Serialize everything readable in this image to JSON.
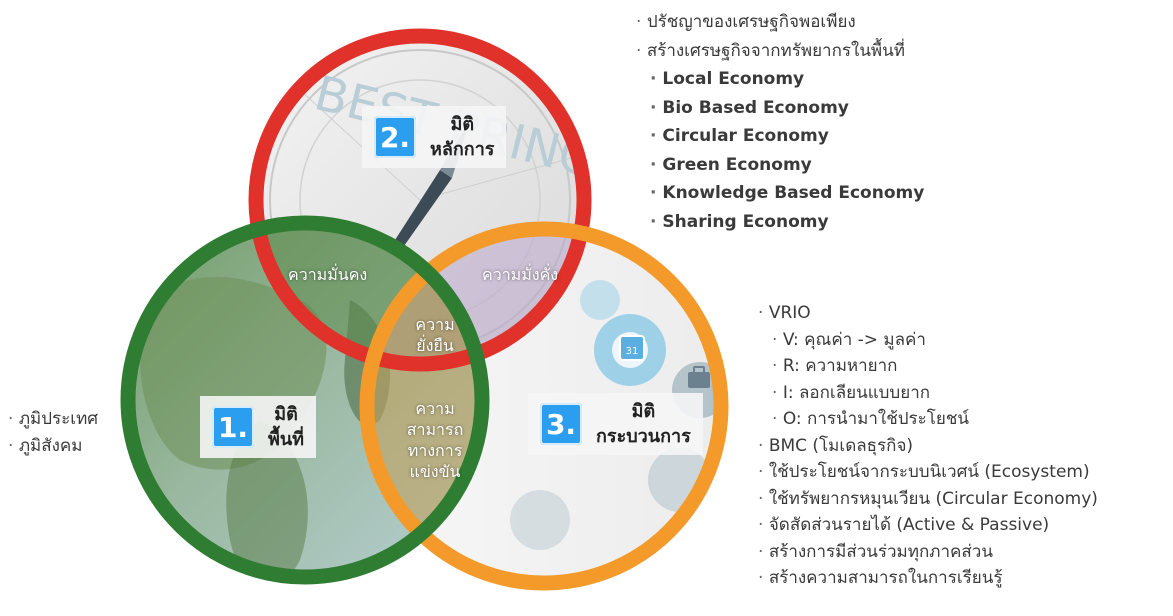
{
  "dimensions": {
    "principle": {
      "number": "2.",
      "line1": "มิติ",
      "line2": "หลักการ",
      "ring_color": "#e0312b"
    },
    "area": {
      "number": "1.",
      "line1": "มิติ",
      "line2": "พื้นที่",
      "ring_color": "#2e7d32"
    },
    "process": {
      "number": "3.",
      "line1": "มิติ",
      "line2": "กระบวนการ",
      "ring_color": "#f39a2b"
    }
  },
  "overlaps": {
    "security": "ความมั่นคง",
    "wealth": "ความมั่งคั่ง",
    "sustainability": {
      "line1": "ความ",
      "line2": "ยั่งยืน"
    },
    "competitiveness": {
      "line1": "ความ",
      "line2": "สามารถ",
      "line3": "ทางการ",
      "line4": "แข่งขัน"
    }
  },
  "background_text": "BEST PRINCIPLE",
  "calendar_icon_text": "31",
  "principle_list": {
    "item1": "ปรัชญาของเศรษฐกิจพอเพียง",
    "item2": "สร้างเศรษฐกิจจากทรัพยากรในพื้นที่",
    "sub": [
      "Local Economy",
      "Bio Based Economy",
      "Circular Economy",
      "Green Economy",
      "Knowledge Based Economy",
      "Sharing Economy"
    ]
  },
  "process_list": {
    "vrio": "VRIO",
    "vrio_items": [
      "V: คุณค่า -> มูลค่า",
      "R: ความหายาก",
      "I: ลอกเลียนแบบยาก",
      "O: การนำมาใช้ประโยชน์"
    ],
    "items": [
      "BMC (โมเดลธุรกิจ)",
      "ใช้ประโยชน์จากระบบนิเวศน์ (Ecosystem)",
      "ใช้ทรัพยากรหมุนเวียน (Circular Economy)",
      "จัดสัดส่วนรายได้ (Active & Passive)",
      "สร้างการมีส่วนร่วมทุกภาคส่วน",
      "สร้างความสามารถในการเรียนรู้"
    ]
  },
  "area_list": [
    "ภูมิประเทศ",
    "ภูมิสังคม"
  ]
}
